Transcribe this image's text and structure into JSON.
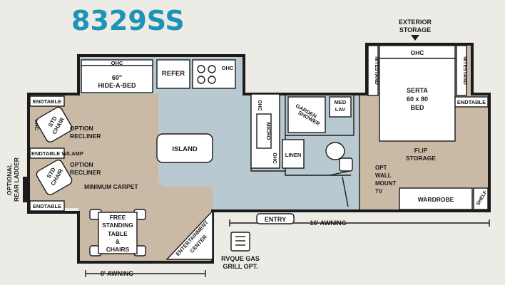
{
  "model": "8329SS",
  "colors": {
    "background": "#ecebe6",
    "model_text": "#1d93b8",
    "carpet": "#c9b9a5",
    "vinyl": "#b9c9d2",
    "wall": "#1b1b1b",
    "fixture": "#ffffff"
  },
  "labels": {
    "exterior_storage": [
      "EXTERIOR",
      "STORAGE"
    ],
    "ohc": "OHC",
    "nitestand": "NITESTAND",
    "serta_bed": [
      "SERTA",
      "60 x 80",
      "BED"
    ],
    "hide_a_bed": [
      "60\"",
      "HIDE-A-BED"
    ],
    "refer": "REFER",
    "endtable": "ENDTABLE",
    "std_chair": [
      "STD",
      "CHAIR"
    ],
    "option_recliner": [
      "OPTION",
      "RECLINER"
    ],
    "endtable_lamp": "ENDTABLE W/LAMP",
    "micro": "MICRO",
    "garden_shower": [
      "GARDEN",
      "SHOWER"
    ],
    "med_lav": [
      "MED",
      "LAV"
    ],
    "linen": "LINEN",
    "island": "ISLAND",
    "flip_storage": [
      "FLIP",
      "STORAGE"
    ],
    "opt_wall_mount_tv": [
      "OPT",
      "WALL",
      "MOUNT",
      "TV"
    ],
    "wardrobe": "WARDROBE",
    "shelf": "SHELF",
    "optional_rear_ladder": [
      "OPTIONAL",
      "REAR LADDER"
    ],
    "minimum_carpet": "MINIMUM CARPET",
    "free_standing_table": [
      "FREE",
      "STANDING",
      "TABLE",
      "&",
      "CHAIRS"
    ],
    "entertainment_center": [
      "ENTERTAINMENT",
      "CENTER"
    ],
    "entry": "ENTRY",
    "awning_16": "16' AWNING",
    "awning_8": "8' AWNING",
    "rvque": [
      "RVQUE GAS",
      "GRILL OPT."
    ]
  }
}
